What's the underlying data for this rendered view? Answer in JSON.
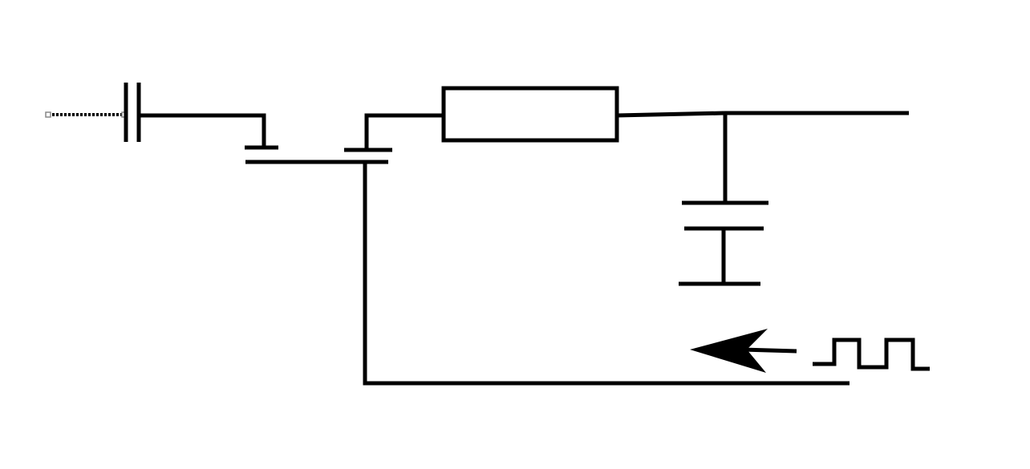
{
  "diagram": {
    "components": [
      {
        "kind": "coupling-capacitor"
      },
      {
        "kind": "mosfet-switch"
      },
      {
        "kind": "resistor"
      },
      {
        "kind": "hold-capacitor"
      },
      {
        "kind": "clock-square-wave"
      },
      {
        "kind": "direction-arrow"
      }
    ],
    "colors": {
      "line": "#000000",
      "background": "#ffffff",
      "selected_handle": "#888888"
    },
    "icons": {
      "arrow": "left-arrow-icon",
      "clock": "square-wave-icon"
    }
  }
}
